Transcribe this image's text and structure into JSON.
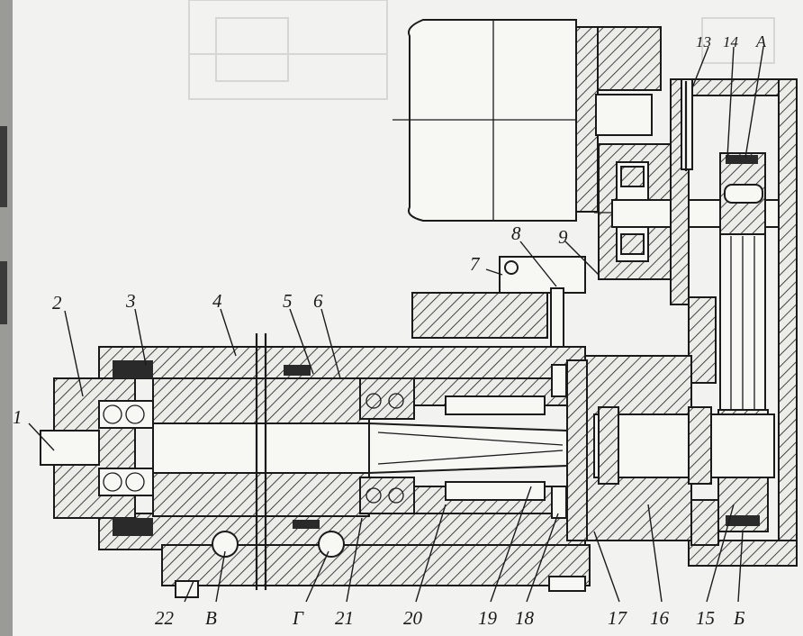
{
  "labels": {
    "n1": "1",
    "n2": "2",
    "n3": "3",
    "n4": "4",
    "n5": "5",
    "n6": "6",
    "n7": "7",
    "n8": "8",
    "n9": "9",
    "n13": "13",
    "n14": "14",
    "nA": "А",
    "n15": "15",
    "n16": "16",
    "n17": "17",
    "n18": "18",
    "n19": "19",
    "n20": "20",
    "n21": "21",
    "n22": "22",
    "nB": "В",
    "nG": "Г",
    "nBe": "Б"
  }
}
